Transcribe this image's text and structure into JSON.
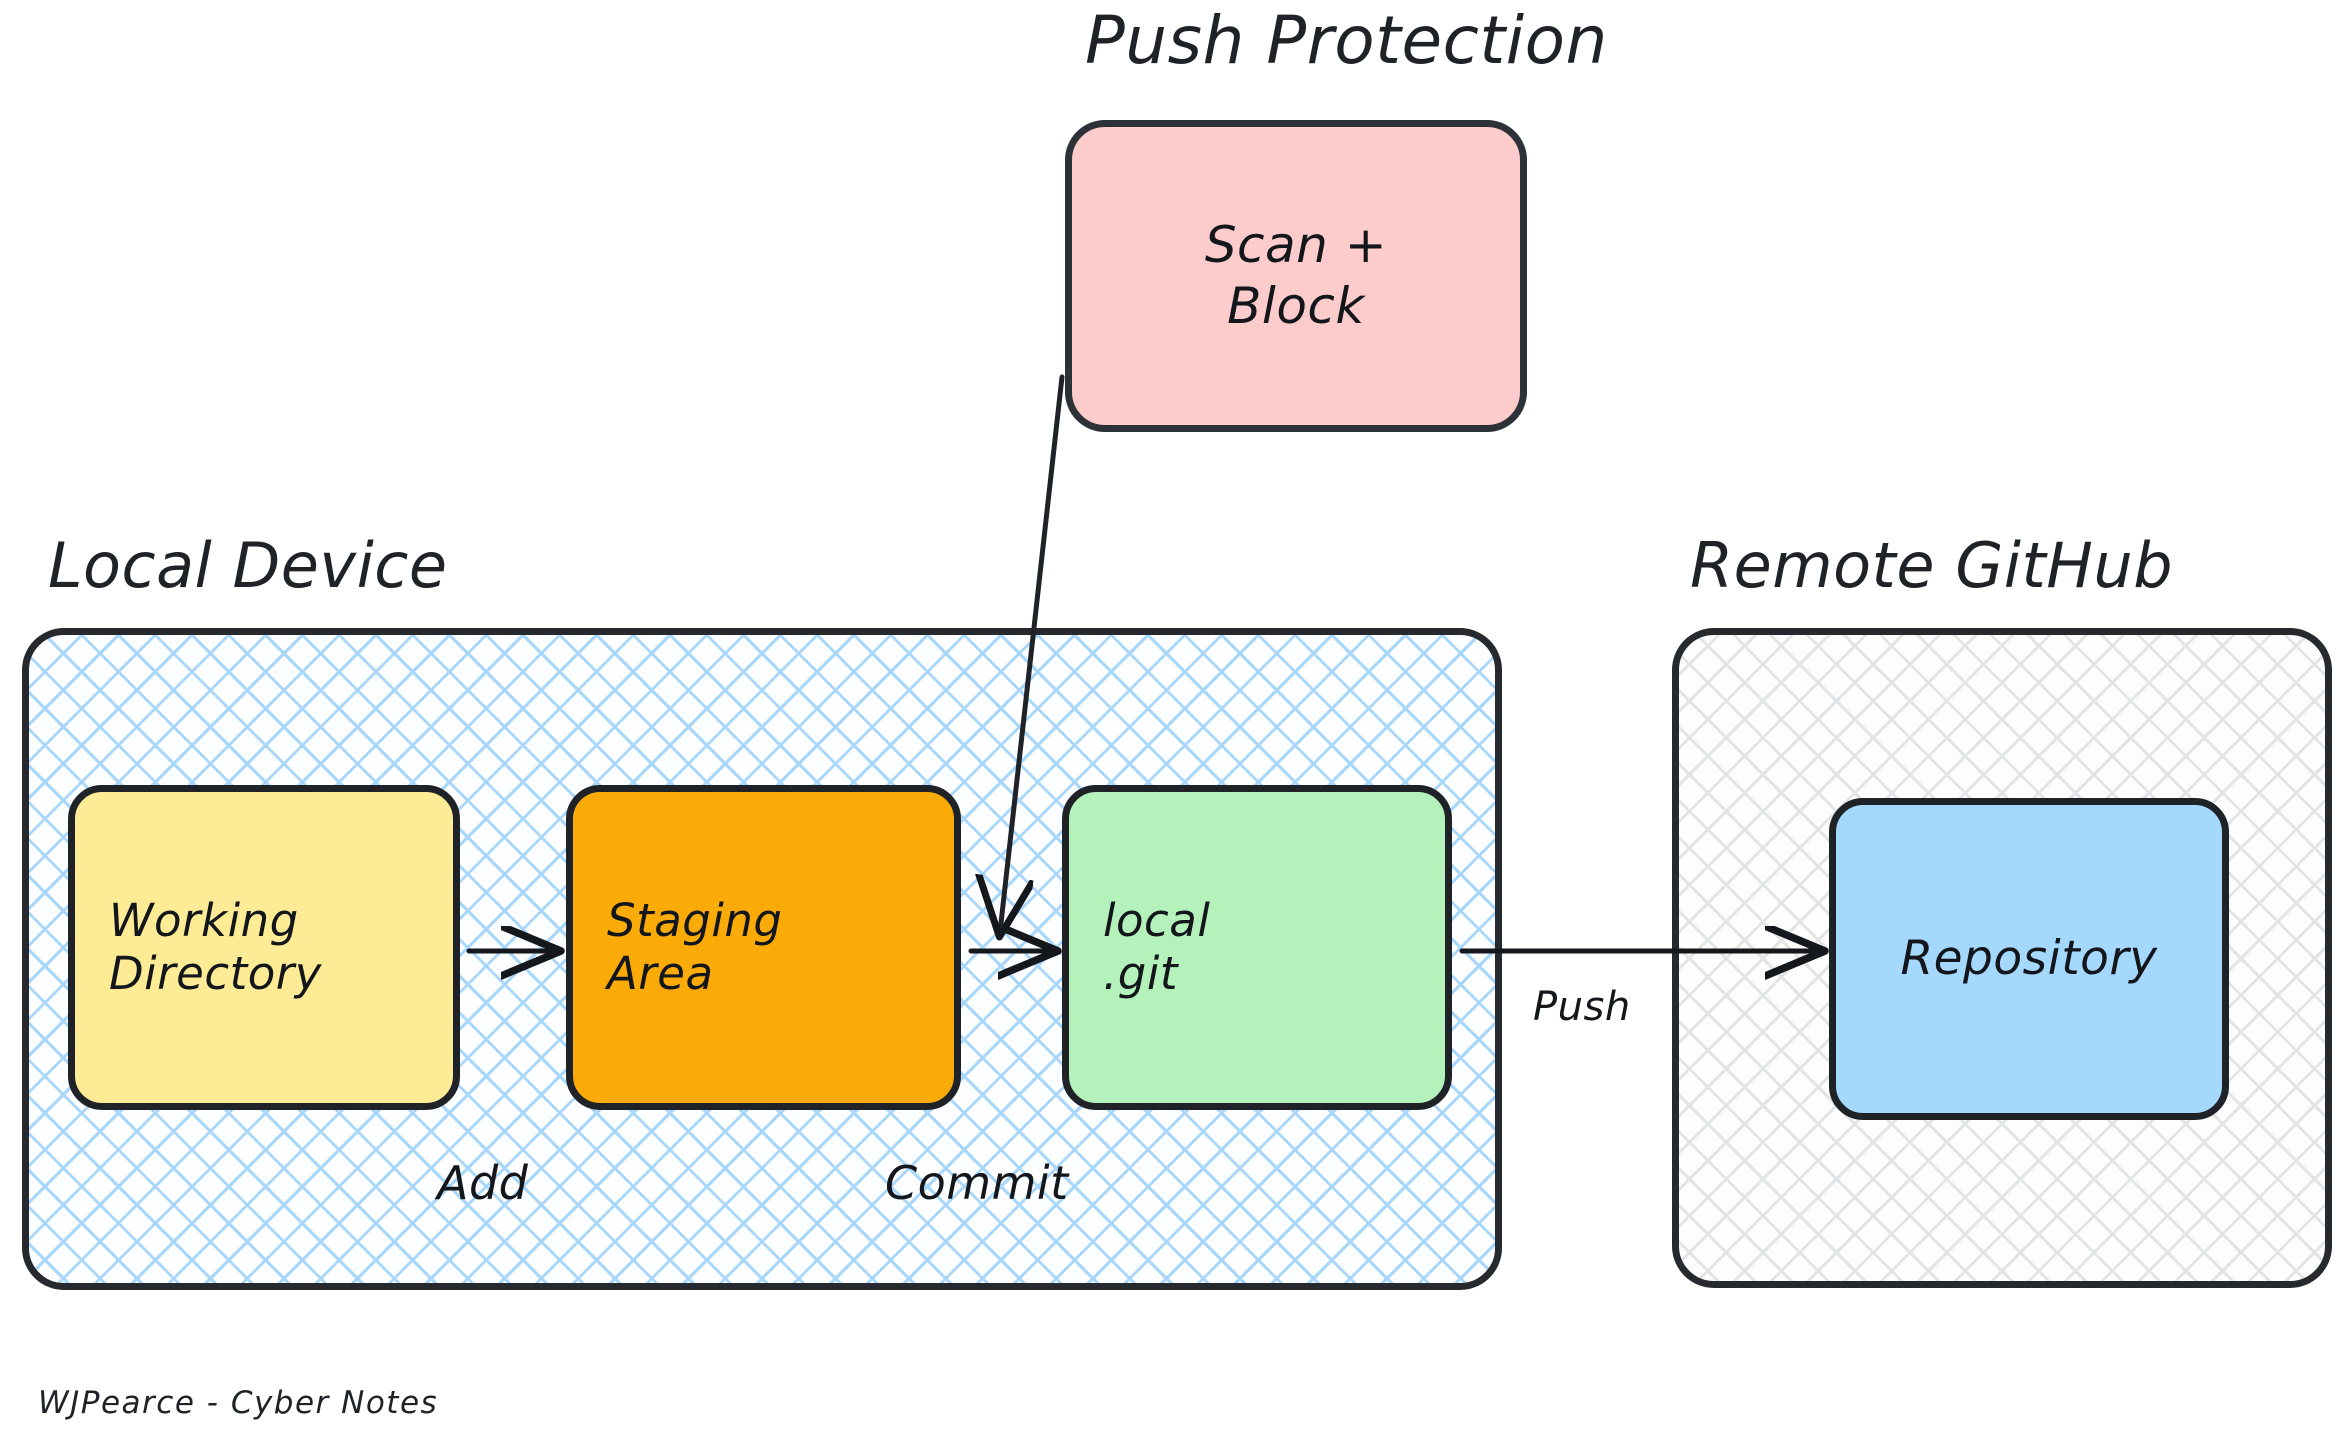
{
  "diagram": {
    "title_push_protection": "Push Protection",
    "footer": "WJPearce - Cyber Notes"
  },
  "zones": [
    {
      "id": "local-device",
      "title": "Local Device",
      "hatch_color": "#a9d7fb",
      "border_color": "#26292e"
    },
    {
      "id": "remote-github",
      "title": "Remote GitHub",
      "hatch_color": "#e2e4e6",
      "border_color": "#26292e"
    }
  ],
  "nodes": [
    {
      "id": "scan-block",
      "label": "Scan +\nBlock",
      "fill": "#fccbcb",
      "zone": "push-protection"
    },
    {
      "id": "working-directory",
      "label": "Working\nDirectory",
      "fill": "#fdeb96",
      "zone": "local-device"
    },
    {
      "id": "staging-area",
      "label": "Staging\nArea",
      "fill": "#fbab08",
      "zone": "local-device"
    },
    {
      "id": "local-git",
      "label": "local\n.git",
      "fill": "#b4f1bb",
      "zone": "local-device"
    },
    {
      "id": "repository",
      "label": "Repository",
      "fill": "#a5d8fd",
      "zone": "remote-github"
    }
  ],
  "edges": [
    {
      "id": "add",
      "label": "Add",
      "from": "working-directory",
      "to": "staging-area"
    },
    {
      "id": "commit",
      "label": "Commit",
      "from": "staging-area",
      "to": "local-git"
    },
    {
      "id": "push",
      "label": "Push",
      "from": "local-git",
      "to": "repository"
    },
    {
      "id": "scan",
      "label": "",
      "from": "scan-block",
      "to": "local-git"
    }
  ],
  "colors": {
    "ink": "#1f2227",
    "canvas": "#ffffff",
    "yellow": "#fdeb96",
    "orange": "#fbab08",
    "green": "#b4f1bb",
    "blue": "#a5d8fd",
    "pink": "#fccbcb"
  }
}
